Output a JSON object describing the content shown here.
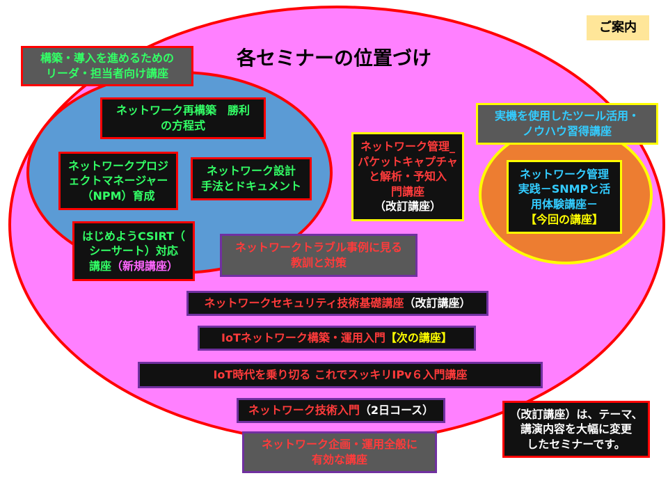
{
  "title": "各セミナーの位置づけ",
  "guide_badge": "ご案内",
  "leaders_label": {
    "line1": "構築・導入を進めるための",
    "line2": "リーダ・担当者向け講座"
  },
  "blue_group": {
    "renovation": {
      "line1": "ネットワーク再構築　勝利",
      "line2": "の方程式"
    },
    "npm": {
      "line1": "ネットワークプロジ",
      "line2": "ェクトマネージャー",
      "line3": "（NPM）育成"
    },
    "design": {
      "line1": "ネットワーク設計",
      "line2": "手法とドキュメント"
    },
    "csirt": {
      "line1": "はじめようCSIRT（",
      "line2": "シーサート）対応",
      "line3a": "講座",
      "line3b": "（新規講座）"
    }
  },
  "packet_capture": {
    "line1": "ネットワーク管理_",
    "line2": "パケットキャプチャ",
    "line3": "と解析・予知入",
    "line4": "門講座",
    "line5": "（改訂講座）"
  },
  "practical_label": {
    "line1": "実機を使用したツール活用・",
    "line2": "ノウハウ習得講座"
  },
  "snmp": {
    "line1": "ネットワーク管理",
    "line2": "実践－SNMPと活",
    "line3": "用体験講座－",
    "line4": "【今回の講座】"
  },
  "trouble": {
    "line1": "ネットワークトラブル事例に見る",
    "line2": "教訓と対策"
  },
  "security": {
    "name": "ネットワークセキュリティ技術基礎講座",
    "tag": "（改訂講座）"
  },
  "iot_build": {
    "name": "IoTネットワーク構築・運用入門",
    "tag": "【次の講座】"
  },
  "ipv6": {
    "name": "IoT時代を乗り切る これでスッキリIPv６入門講座"
  },
  "tech_intro": {
    "name": "ネットワーク技術入門",
    "tag": "（2日コース）"
  },
  "planning_label": {
    "line1": "ネットワーク企画・運用全般に",
    "line2": "有効な講座"
  },
  "note": {
    "line1": "（改訂講座）は、テーマ、",
    "line2": "講演内容を大幅に変更",
    "line3": "したセミナーです。"
  },
  "colors": {
    "outer": "#ff80ff",
    "inner_blue": "#5b9bd5",
    "inner_orange": "#ed7d31",
    "accent_red": "#ff0000",
    "accent_yellow": "#ffff00",
    "accent_purple": "#7030a0"
  }
}
